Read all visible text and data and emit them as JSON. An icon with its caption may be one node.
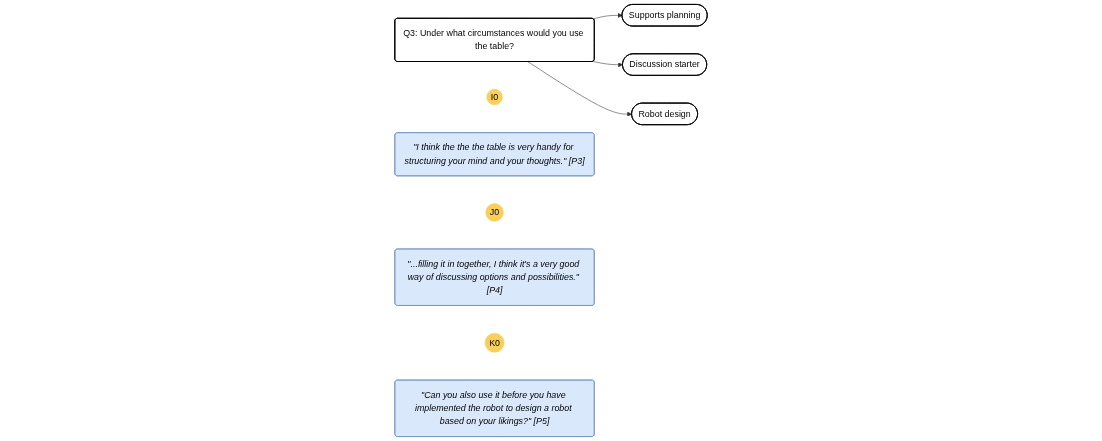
{
  "diagram": {
    "nodes": [
      {
        "text": [
          "Q3: Under what circumstances would you use the table?"
        ]
      },
      {
        "text": [
          "Supports planning"
        ]
      },
      {
        "text": [
          "I0"
        ]
      },
      {
        "text": [
          "\"I think the the the table is very handy for structuring your mind and your thoughts.\" [P3]"
        ]
      },
      {
        "text": [
          "Discussion starter"
        ]
      },
      {
        "text": [
          "J0"
        ]
      },
      {
        "text": [
          "\"...filling it in together, I think it's a very good way of discussing options and possibilities.\" [P4]"
        ]
      },
      {
        "text": [
          "Robot design"
        ]
      },
      {
        "text": [
          "K0"
        ]
      },
      {
        "text": [
          "\"Can you also use it before you have implemented the robot to design a robot based on your likings?\" [P5]"
        ]
      }
    ],
    "edges": [
      {
        "from": 0,
        "to": 1,
        "arrow": "to"
      },
      {
        "from": 0,
        "to": 4,
        "arrow": "to"
      },
      {
        "from": 0,
        "to": 7,
        "arrow": "to"
      }
    ]
  }
}
